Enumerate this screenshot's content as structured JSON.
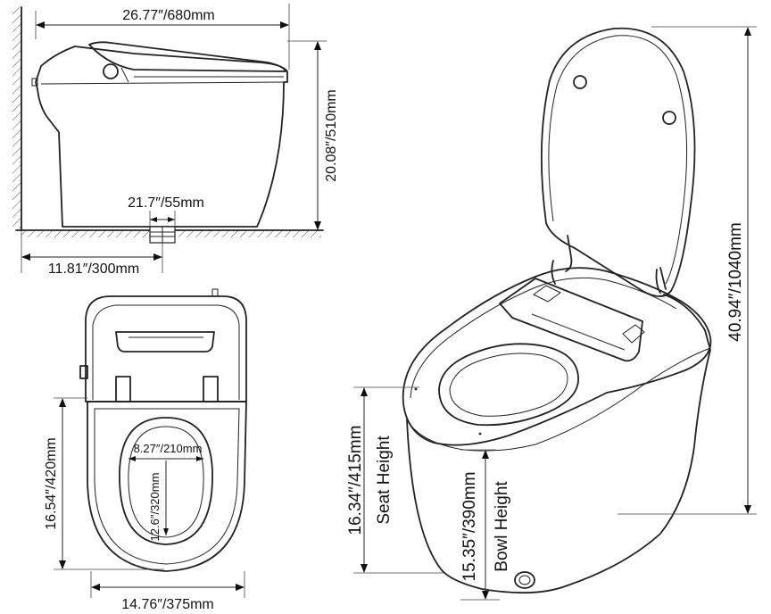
{
  "side_view": {
    "overall_depth": "26.77″/680mm",
    "height": "20.08″/510mm",
    "drain_width": "21.7″/55mm",
    "rough_in": "11.81″/300mm"
  },
  "top_view": {
    "seat_depth": "16.54″/420mm",
    "bowl_width": "8.27″/210mm",
    "bowl_length": "12.6″/320mm",
    "overall_width": "14.76″/375mm"
  },
  "perspective_view": {
    "total_height": "40.94″/1040mm",
    "seat_height_value": "16.34″/415mm",
    "seat_height_label": "Seat Height",
    "bowl_height_value": "15.35″/390mm",
    "bowl_height_label": "Bowl Height"
  },
  "colors": {
    "line": "#222222",
    "background": "#ffffff"
  }
}
